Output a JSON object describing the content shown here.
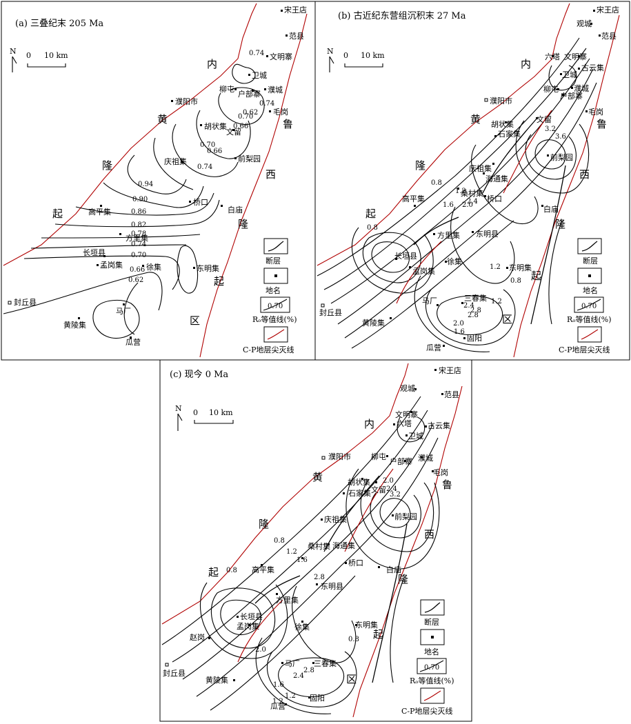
{
  "colors": {
    "boundary": "#b00000",
    "contour": "#000000",
    "paper": "#ffffff"
  },
  "panels": [
    {
      "id": "a",
      "title": "(a) 三叠纪末 205 Ma",
      "towns": [
        "宋王店",
        "范县",
        "文明寨",
        "卫城",
        "柳屯",
        "户部寨",
        "濮城",
        "濮阳市",
        "毛岗",
        "胡状集",
        "文留",
        "庆祖集",
        "前梨园",
        "桥口",
        "高平集",
        "白庙",
        "方里集",
        "长垣县",
        "孟岗集",
        "徐集",
        "东明集",
        "封丘县",
        "马厂",
        "黄陵集",
        "瓜营"
      ],
      "contours": [
        "0.74",
        "0.74",
        "0.70",
        "0.66",
        "0.62",
        "0.66",
        "0.70",
        "0.74",
        "0.94",
        "0.90",
        "0.86",
        "0.82",
        "0.78",
        "0.74",
        "0.70",
        "0.66",
        "0.62"
      ],
      "regions": [
        "内",
        "黄",
        "隆",
        "起",
        "鲁",
        "西",
        "隆",
        "起",
        "区"
      ]
    },
    {
      "id": "b",
      "title": "(b) 古近纪东营组沉积末 27 Ma",
      "towns": [
        "宋王店",
        "观城",
        "范县",
        "六塔",
        "文明寨",
        "古云集",
        "卫城",
        "濮阳市",
        "柳屯",
        "户部寨",
        "濮城",
        "毛岗",
        "胡状集",
        "石家集",
        "文留",
        "前梨园",
        "庆祖集",
        "海通集",
        "桑村集",
        "桥口",
        "高平集",
        "白庙",
        "方里集",
        "东明县",
        "长垣县",
        "孟岗集",
        "徐集",
        "东明集",
        "封丘县",
        "马厂",
        "三春集",
        "黄陵集",
        "固阳",
        "瓜营"
      ],
      "contours": [
        "0.8",
        "1.2",
        "1.6",
        "2.0",
        "2.4",
        "2.8",
        "3.2",
        "3.6",
        "0.8",
        "1.2",
        "1.6",
        "2.0",
        "2.4",
        "2.8",
        "1.2",
        "0.8"
      ],
      "regions": [
        "内",
        "黄",
        "隆",
        "起",
        "鲁",
        "西",
        "隆",
        "起",
        "区"
      ]
    },
    {
      "id": "c",
      "title": "(c) 现今 0 Ma",
      "towns": [
        "宋王店",
        "观城",
        "范县",
        "文明寨",
        "六塔",
        "古云集",
        "卫城",
        "濮阳市",
        "柳屯",
        "户部寨",
        "濮城",
        "毛岗",
        "胡状集",
        "石家集",
        "文留",
        "前梨园",
        "庆祖集",
        "海通集",
        "桑村集",
        "桥口",
        "白庙",
        "高平集",
        "东明县",
        "方里集",
        "长垣县",
        "孟岗集",
        "徐集",
        "东明集",
        "赵岗",
        "封丘县",
        "马厂",
        "三春集",
        "黄陵集",
        "固阳",
        "瓜营"
      ],
      "contours": [
        "0.8",
        "1.2",
        "1.6",
        "2.0",
        "2.4",
        "2.8",
        "3.2",
        "0.8",
        "1.2",
        "1.6",
        "2.0",
        "2.4",
        "2.8",
        "1.2",
        "0.8"
      ],
      "regions": [
        "内",
        "黄",
        "隆",
        "起",
        "鲁",
        "西",
        "隆",
        "起",
        "区"
      ]
    }
  ],
  "scale": {
    "north": "N",
    "zero": "0",
    "length": "10 km"
  },
  "legend": {
    "fault": "断层",
    "place": "地名",
    "isoline": "Rₒ等值线(%)",
    "isoline_sample": "0.70",
    "boundary": "C-P地层尖灭线"
  }
}
